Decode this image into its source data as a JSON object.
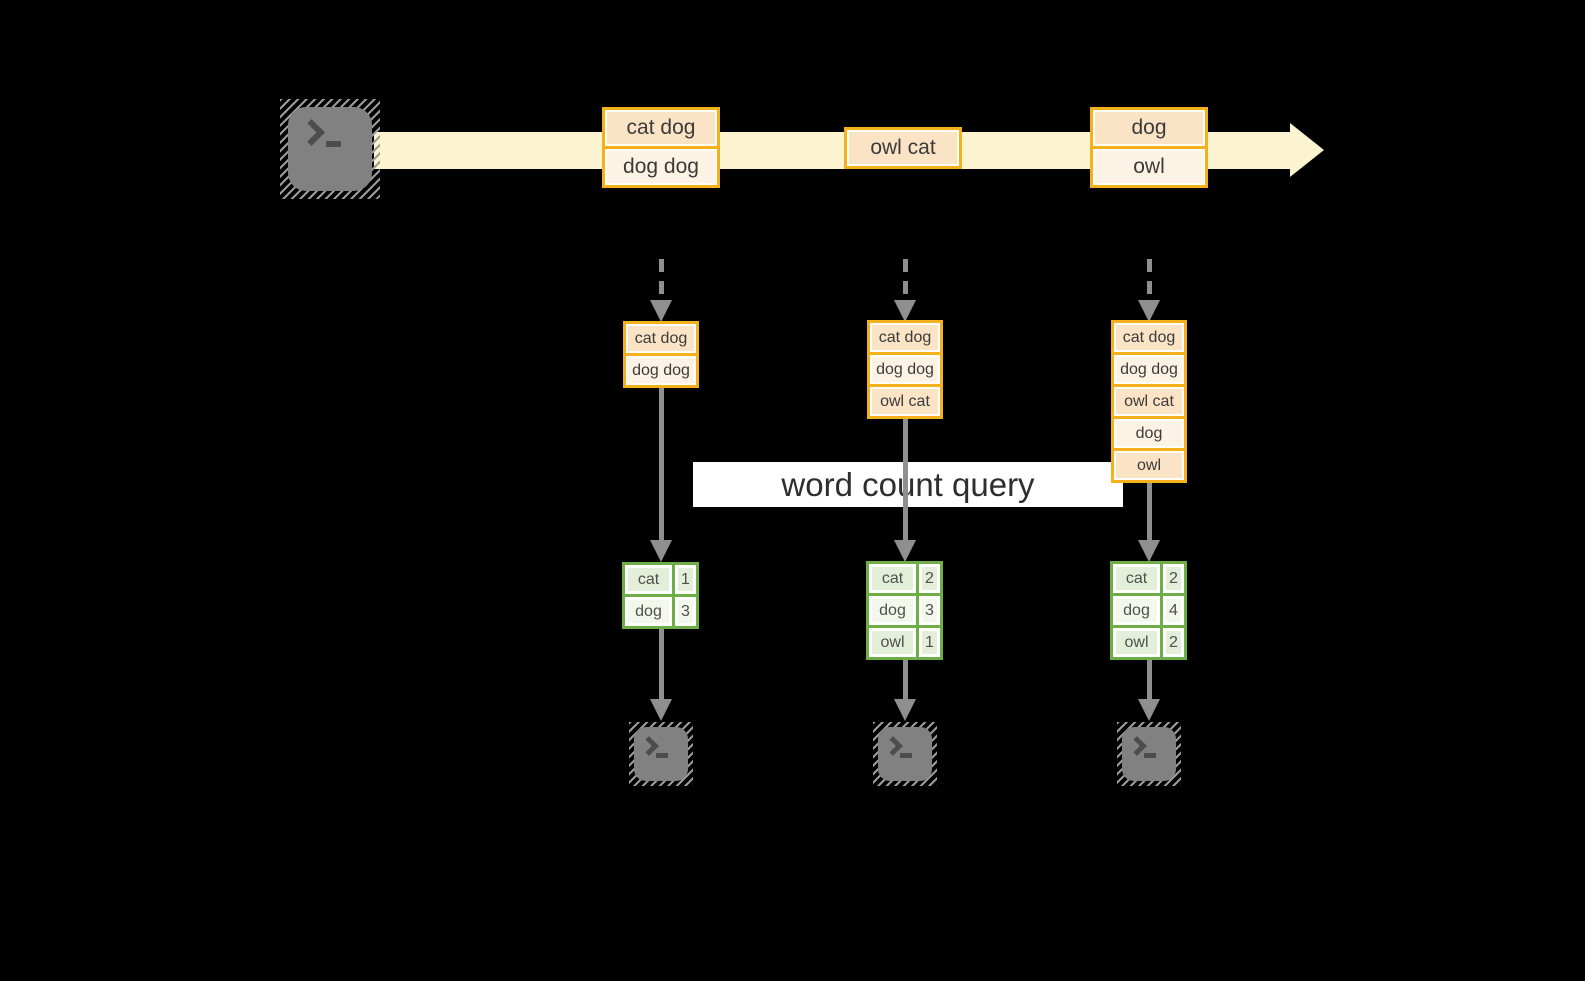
{
  "query": {
    "label": "word count query"
  },
  "stream": {
    "batches": [
      {
        "items": [
          "cat dog",
          "dog dog"
        ]
      },
      {
        "items": [
          "owl cat"
        ]
      },
      {
        "items": [
          "dog",
          "owl"
        ]
      }
    ]
  },
  "columns": [
    {
      "accumulated": [
        "cat dog",
        "dog dog"
      ],
      "counts": [
        {
          "word": "cat",
          "count": "1"
        },
        {
          "word": "dog",
          "count": "3"
        }
      ]
    },
    {
      "accumulated": [
        "cat dog",
        "dog dog",
        "owl cat"
      ],
      "counts": [
        {
          "word": "cat",
          "count": "2"
        },
        {
          "word": "dog",
          "count": "3"
        },
        {
          "word": "owl",
          "count": "1"
        }
      ]
    },
    {
      "accumulated": [
        "cat dog",
        "dog dog",
        "owl cat",
        "dog",
        "owl"
      ],
      "counts": [
        {
          "word": "cat",
          "count": "2"
        },
        {
          "word": "dog",
          "count": "4"
        },
        {
          "word": "owl",
          "count": "2"
        }
      ]
    }
  ],
  "icons": {
    "source": "terminal-icon",
    "sinks": [
      "terminal-icon",
      "terminal-icon",
      "terminal-icon"
    ]
  },
  "colors": {
    "background": "#000000",
    "stream_band": "#fcf3d1",
    "box_border_gold": "#f4b11c",
    "cell_peach_dark": "#fbe3c5",
    "cell_peach_light": "#fdf3e4",
    "table_green_border": "#6fad47",
    "table_cell_green_dark": "#e3efd9",
    "table_cell_green_light": "#f2f8ec",
    "arrow_gray": "#8f8f8f",
    "terminal_gray": "#818181",
    "query_band": "#ffffff",
    "text_dark": "#3b3b3b"
  }
}
